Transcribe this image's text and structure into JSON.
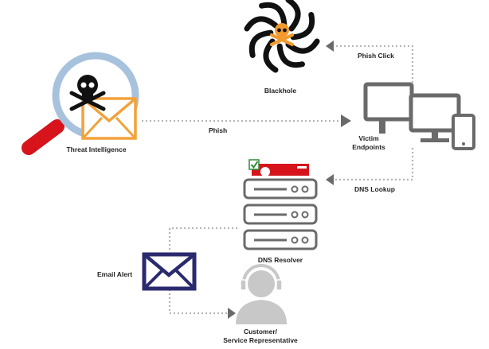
{
  "labels": {
    "blackhole": "Blackhole",
    "phish_click": "Phish Click",
    "phish": "Phish",
    "threat_intelligence": "Threat Intelligence",
    "victim_endpoints_line1": "Victim",
    "victim_endpoints_line2": "Endpoints",
    "dns_lookup": "DNS Lookup",
    "dns_resolver": "DNS Resolver",
    "email_alert": "Email Alert",
    "customer_line1": "Customer/",
    "customer_line2": "Service Representative"
  },
  "colors": {
    "accent_red": "#d7131c",
    "envelope_orange": "#f2a23a",
    "envelope_navy": "#2b2a6e",
    "device_gray": "#6a6a6a",
    "connector_gray": "#b5b5b5",
    "arrow_gray": "#6a6a6a",
    "lens_blue": "#a7c2dd",
    "spiral_black": "#111111",
    "skull_orange": "#f29a2e",
    "person_gray": "#c8c8c8"
  },
  "icons": {
    "blackhole": "blackhole-spiral-icon",
    "threat": "magnifier-skull-envelope-icon",
    "endpoints": "monitors-phone-icon",
    "resolver": "server-stack-icon",
    "email": "envelope-icon",
    "agent": "headset-person-icon",
    "firewall": "firewall-badge-icon"
  }
}
